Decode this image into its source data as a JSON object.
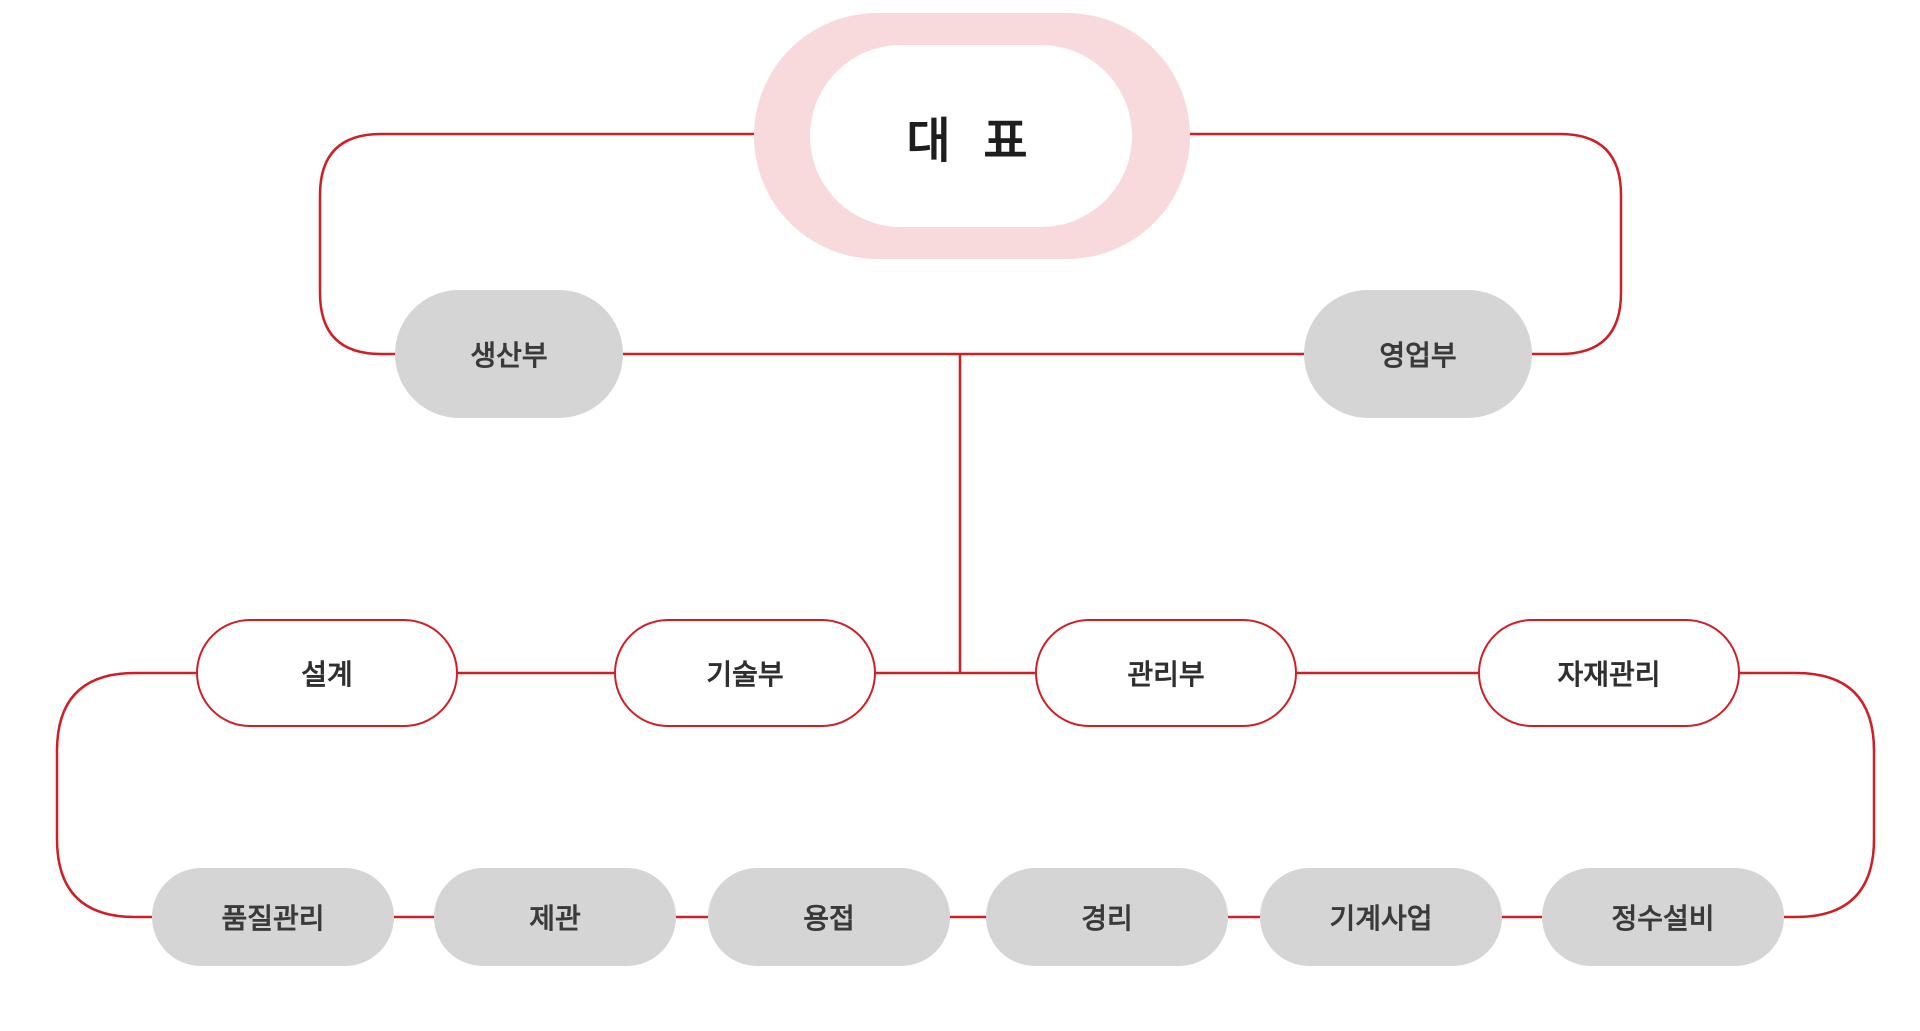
{
  "colors": {
    "line": "#cf1f26",
    "halo": "#f8dadd",
    "gray_node": "#d5d5d5",
    "white_node": "#ffffff"
  },
  "root": {
    "label": "대 표"
  },
  "departments": {
    "production": "생산부",
    "sales": "영업부"
  },
  "middle_row": {
    "design": "설계",
    "technology": "기술부",
    "management": "관리부",
    "materials": "자재관리"
  },
  "bottom_row": {
    "quality": "품질관리",
    "can_making": "제관",
    "welding": "용접",
    "accounting": "경리",
    "machinery": "기계사업",
    "water_treatment": "정수설비"
  }
}
